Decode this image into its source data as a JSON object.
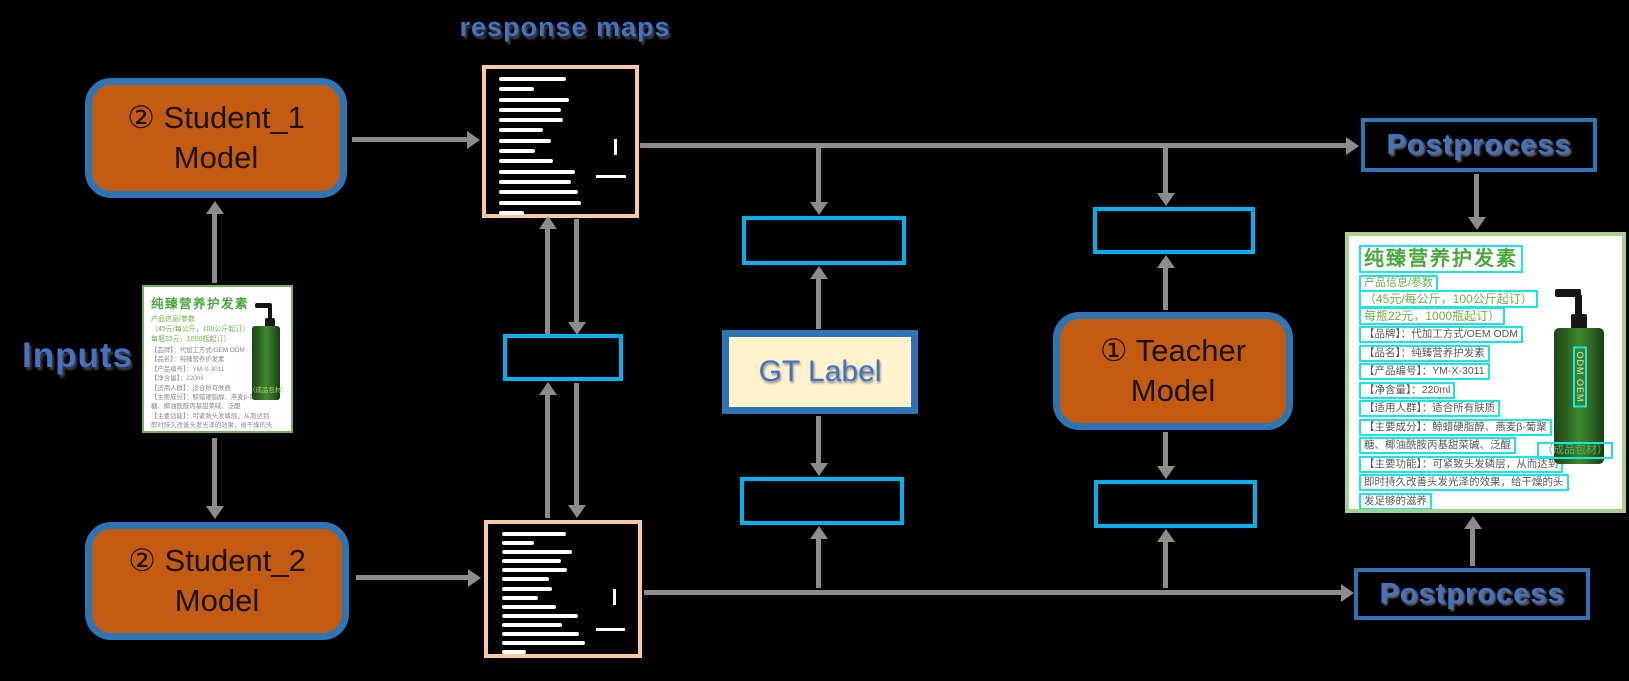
{
  "diagram": {
    "response_maps_label": "response maps",
    "inputs_label": "Inputs",
    "gt_label": "GT Label",
    "postprocess_top_label": "Postprocess",
    "postprocess_bottom_label": "Postprocess",
    "student1_line1": "② Student_1",
    "student1_line2": "Model",
    "student2_line1": "② Student_2",
    "student2_line2": "Model",
    "teacher_line1": "① Teacher",
    "teacher_line2": "Model"
  },
  "product": {
    "title": "纯臻营养护发素",
    "subtitle": "产品信息/参数",
    "price_line1": "（45元/每公斤，100公斤起订）",
    "price_line2": "每瓶22元，1000瓶起订）",
    "details": [
      "【品牌】：代加工方式/OEM ODM",
      "【品名】：纯臻营养护发素",
      "【产品编号】：YM-X-3011",
      "【净含量】：220ml",
      "【适用人群】：适合所有肤质",
      "【主要成分】：鲸蜡硬脂醇、燕麦β-葡聚",
      "糖、椰油酰胺丙基甜菜碱、泛醌",
      "【主要功能】：可紧致头发磷层，从而达到",
      "即时持久改善头发光泽的效果，给干燥的头",
      "发足够的滋养"
    ],
    "package_note": "（成品包材）",
    "bottle_label": "ODM OEM"
  },
  "response_maps": {
    "top_bars": [
      52,
      27,
      54,
      48,
      50,
      34,
      40,
      28,
      42,
      59,
      56,
      61,
      64,
      19
    ],
    "bottom_bars": [
      50,
      25,
      55,
      46,
      51,
      37,
      39,
      28,
      42,
      59,
      47,
      60,
      65,
      19
    ]
  },
  "colors": {
    "node_fill": "#C55A11",
    "node_border": "#2E75B6",
    "loss_box_border": "#00B0F0",
    "gt_fill": "#FFF2CC",
    "map_border": "#F6C9A3",
    "arrow": "#8C8C8C",
    "label_blue": "#4472C4",
    "card_border_input": "#78B257",
    "card_border_result": "#A9D18E",
    "ocr_box": "#19E5E5"
  }
}
